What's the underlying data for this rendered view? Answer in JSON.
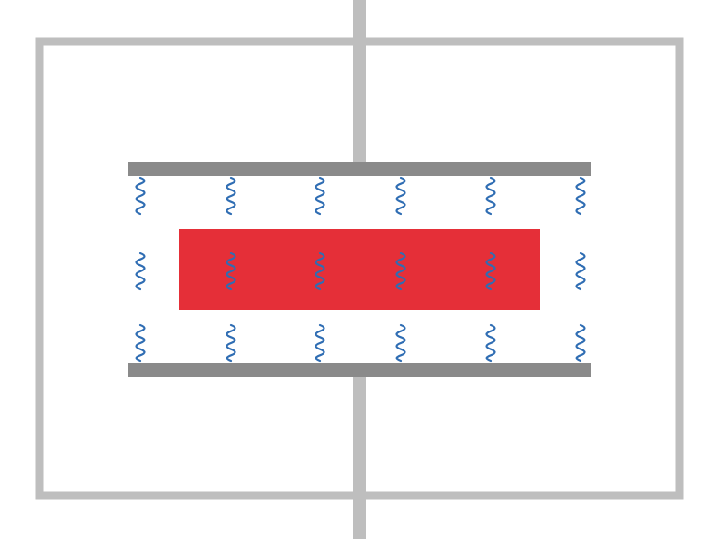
{
  "diagram": {
    "kind": "parallel-plate capacitor with dielectric slab",
    "colors": {
      "circuit_wire": "#bebebe",
      "plate": "#8a8a8a",
      "dielectric": "#e52f38",
      "field_wave": "#2f6db3",
      "background": "#ffffff"
    },
    "icons": {
      "field_line": "wavy-field-line-icon"
    },
    "field_line_rows": 3,
    "field_line_columns": 6
  }
}
